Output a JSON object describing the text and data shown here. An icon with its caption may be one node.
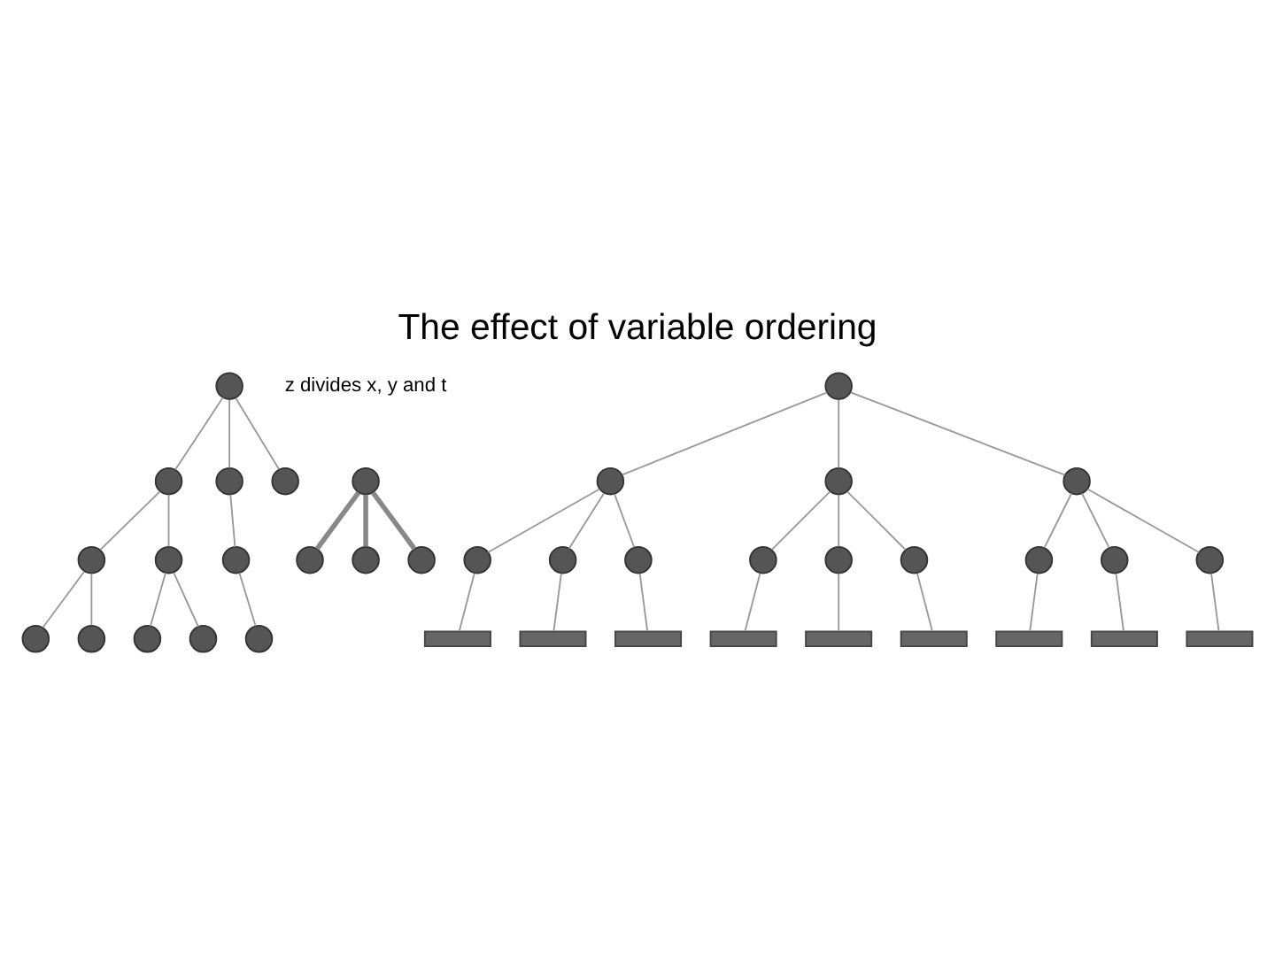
{
  "diagram": {
    "title": "The effect of variable ordering",
    "nodes": [
      {
        "text": [],
        "shape": "circle"
      },
      {
        "text": [],
        "shape": "circle"
      },
      {
        "text": [],
        "shape": "circle"
      },
      {
        "text": [],
        "shape": "circle"
      },
      {
        "text": [],
        "shape": "circle"
      },
      {
        "text": [],
        "shape": "circle"
      },
      {
        "text": [],
        "shape": "circle"
      },
      {
        "text": [],
        "shape": "circle"
      },
      {
        "text": [],
        "shape": "circle"
      },
      {
        "text": [],
        "shape": "circle"
      },
      {
        "text": [],
        "shape": "circle"
      },
      {
        "text": [],
        "shape": "circle"
      },
      {
        "text": [],
        "shape": "circle"
      },
      {
        "text": [],
        "shape": "circle"
      },
      {
        "text": [],
        "shape": "circle"
      },
      {
        "text": [],
        "shape": "circle"
      },
      {
        "text": [],
        "shape": "circle"
      },
      {
        "text": [],
        "shape": "circle"
      },
      {
        "text": [],
        "shape": "circle"
      },
      {
        "text": [],
        "shape": "circle"
      },
      {
        "text": [],
        "shape": "circle"
      },
      {
        "text": [],
        "shape": "circle"
      },
      {
        "text": [],
        "shape": "circle"
      },
      {
        "text": [],
        "shape": "circle"
      },
      {
        "text": [],
        "shape": "circle"
      },
      {
        "text": [],
        "shape": "circle"
      },
      {
        "text": [],
        "shape": "circle"
      },
      {
        "text": [],
        "shape": "circle"
      },
      {
        "text": [],
        "shape": "circle"
      },
      {
        "text": [],
        "shape": "bar"
      },
      {
        "text": [],
        "shape": "bar"
      },
      {
        "text": [],
        "shape": "bar"
      },
      {
        "text": [],
        "shape": "bar"
      },
      {
        "text": [],
        "shape": "bar"
      },
      {
        "text": [],
        "shape": "bar"
      },
      {
        "text": [],
        "shape": "bar"
      },
      {
        "text": [],
        "shape": "bar"
      },
      {
        "text": [],
        "shape": "bar"
      }
    ],
    "edges": [
      {
        "from": 0,
        "to": 1,
        "arrow": "none"
      },
      {
        "from": 0,
        "to": 2,
        "arrow": "none"
      },
      {
        "from": 0,
        "to": 3,
        "arrow": "none"
      },
      {
        "from": 1,
        "to": 4,
        "arrow": "none"
      },
      {
        "from": 1,
        "to": 5,
        "arrow": "none"
      },
      {
        "from": 2,
        "to": 6,
        "arrow": "none"
      },
      {
        "from": 4,
        "to": 7,
        "arrow": "none"
      },
      {
        "from": 4,
        "to": 8,
        "arrow": "none"
      },
      {
        "from": 5,
        "to": 9,
        "arrow": "none"
      },
      {
        "from": 5,
        "to": 10,
        "arrow": "none"
      },
      {
        "from": 6,
        "to": 11,
        "arrow": "none"
      },
      {
        "from": 12,
        "to": 13,
        "arrow": "none",
        "style": "thick"
      },
      {
        "from": 12,
        "to": 14,
        "arrow": "none",
        "style": "thick"
      },
      {
        "from": 12,
        "to": 15,
        "arrow": "none",
        "style": "thick"
      },
      {
        "from": 16,
        "to": 17,
        "arrow": "none"
      },
      {
        "from": 16,
        "to": 18,
        "arrow": "none"
      },
      {
        "from": 16,
        "to": 19,
        "arrow": "none"
      },
      {
        "from": 17,
        "to": 20,
        "arrow": "none"
      },
      {
        "from": 17,
        "to": 21,
        "arrow": "none"
      },
      {
        "from": 17,
        "to": 22,
        "arrow": "none"
      },
      {
        "from": 18,
        "to": 23,
        "arrow": "none"
      },
      {
        "from": 18,
        "to": 24,
        "arrow": "none"
      },
      {
        "from": 18,
        "to": 25,
        "arrow": "none"
      },
      {
        "from": 19,
        "to": 26,
        "arrow": "none"
      },
      {
        "from": 19,
        "to": 27,
        "arrow": "none"
      },
      {
        "from": 19,
        "to": 28,
        "arrow": "none"
      },
      {
        "from": 20,
        "to": 29,
        "arrow": "none"
      },
      {
        "from": 21,
        "to": 30,
        "arrow": "none"
      },
      {
        "from": 22,
        "to": 31,
        "arrow": "none"
      },
      {
        "from": 23,
        "to": 32,
        "arrow": "none"
      },
      {
        "from": 24,
        "to": 33,
        "arrow": "none"
      },
      {
        "from": 25,
        "to": 34,
        "arrow": "none"
      },
      {
        "from": 26,
        "to": 35,
        "arrow": "none"
      },
      {
        "from": 27,
        "to": 36,
        "arrow": "none"
      },
      {
        "from": 28,
        "to": 37,
        "arrow": "none"
      }
    ],
    "labels": [
      "z divides x, y and t"
    ]
  }
}
